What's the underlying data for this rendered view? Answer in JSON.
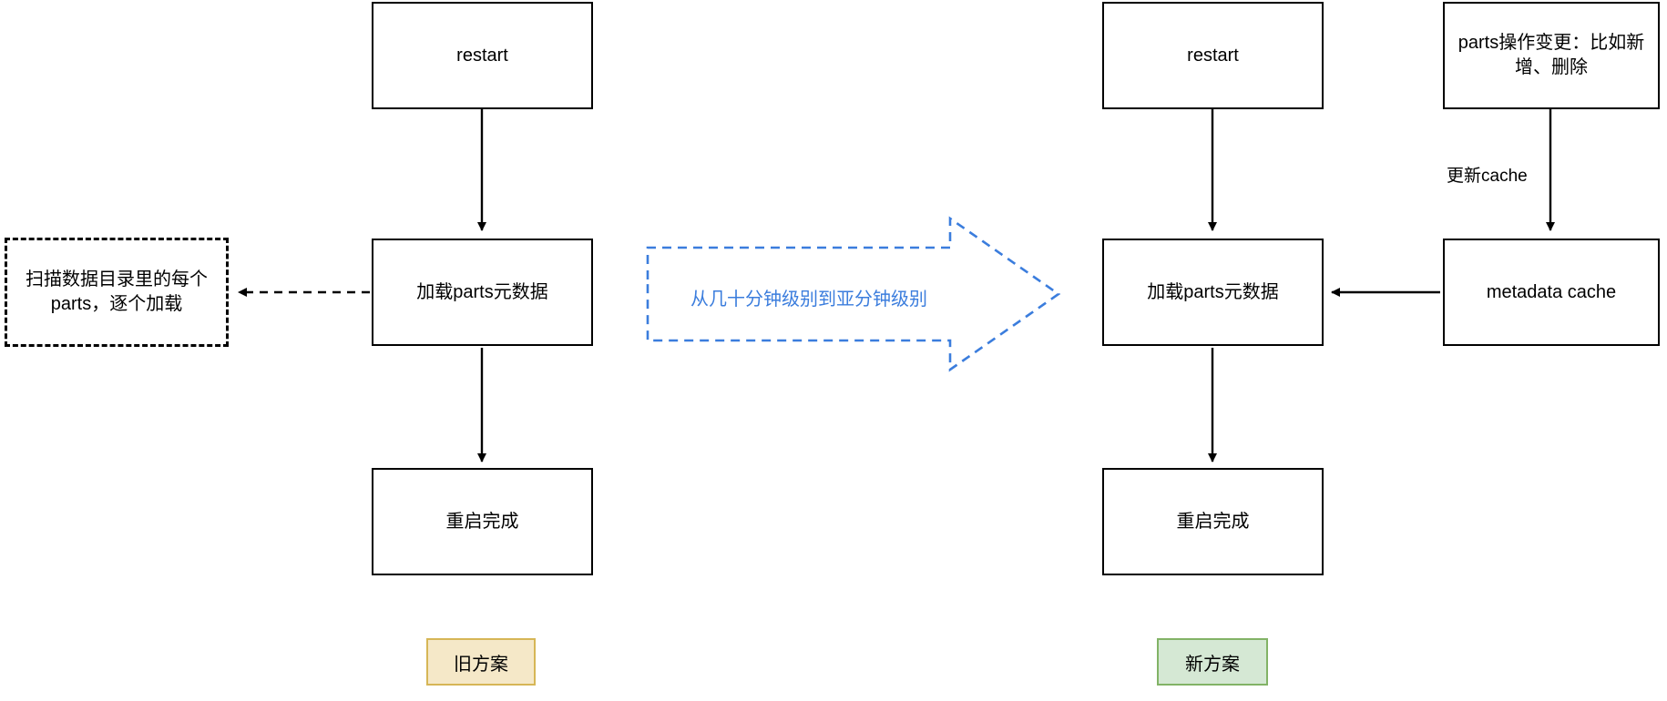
{
  "diagram": {
    "title_visible": false,
    "colors": {
      "stroke": "#000000",
      "accent_blue": "#3b7ddd",
      "old_badge_fill": "#f5e8c8",
      "old_badge_border": "#d6b656",
      "new_badge_fill": "#d5e8d4",
      "new_badge_border": "#82b366",
      "background": "#ffffff"
    },
    "left_flow": {
      "nodes": [
        {
          "id": "left-restart",
          "label": "restart",
          "style": "solid"
        },
        {
          "id": "left-load-parts-meta",
          "label": "加载parts元数据",
          "style": "solid"
        },
        {
          "id": "left-scan-note",
          "label": "扫描数据目录里的每个parts，逐个加载",
          "style": "dashed"
        },
        {
          "id": "left-restart-done",
          "label": "重启完成",
          "style": "solid"
        }
      ],
      "badge": "旧方案"
    },
    "right_flow": {
      "nodes": [
        {
          "id": "right-restart",
          "label": "restart",
          "style": "solid"
        },
        {
          "id": "right-parts-change",
          "label": "parts操作变更：比如新增、删除",
          "style": "solid"
        },
        {
          "id": "right-load-parts-meta",
          "label": "加载parts元数据",
          "style": "solid"
        },
        {
          "id": "right-metadata-cache",
          "label": "metadata cache",
          "style": "solid"
        },
        {
          "id": "right-restart-done",
          "label": "重启完成",
          "style": "solid"
        }
      ],
      "edge_labels": [
        {
          "id": "update-cache",
          "label": "更新cache"
        }
      ],
      "badge": "新方案"
    },
    "transition_arrow": {
      "label": "从几十分钟级别到亚分钟级别",
      "direction": "right",
      "style": "dashed",
      "color": "#3b7ddd"
    }
  }
}
